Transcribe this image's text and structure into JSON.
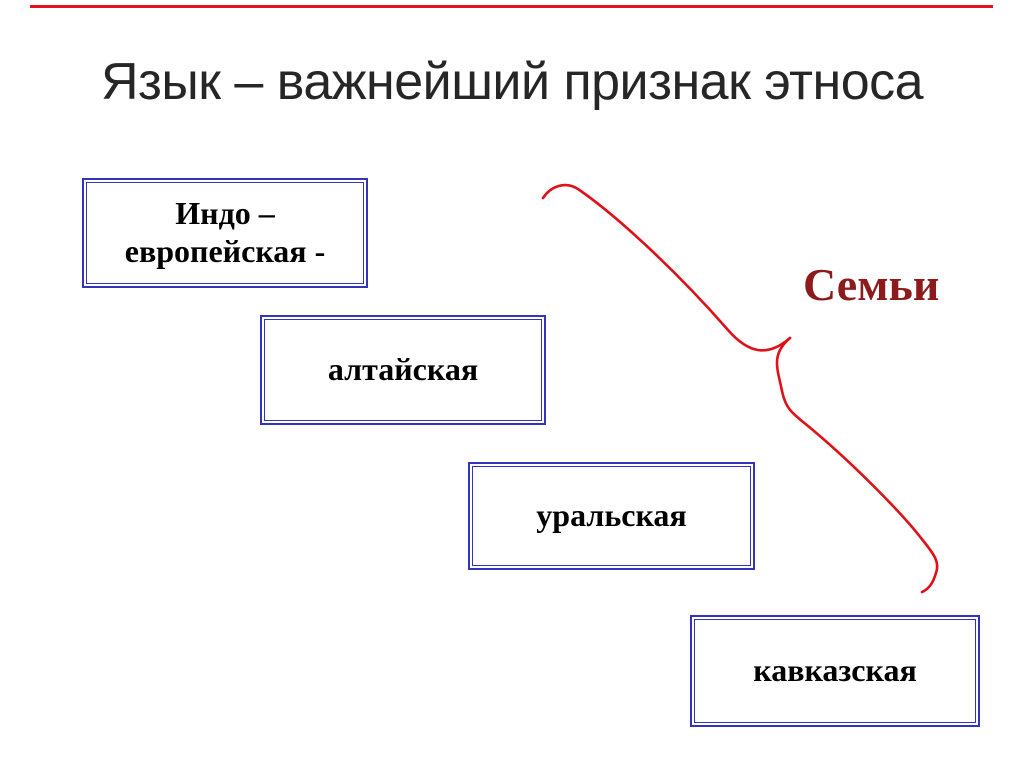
{
  "slide": {
    "title": "Язык – важнейший признак этноса",
    "families_label": "Семьи",
    "family_boxes": [
      {
        "label": "Индо –\nевропейская -"
      },
      {
        "label": "алтайская"
      },
      {
        "label": "уральская"
      },
      {
        "label": "кавказская"
      }
    ],
    "colors": {
      "box_border": "#3333bb",
      "brace": "#e01019",
      "families_label": "#8e1b1b",
      "title": "#262626",
      "top_rule": "#e8111c"
    }
  }
}
